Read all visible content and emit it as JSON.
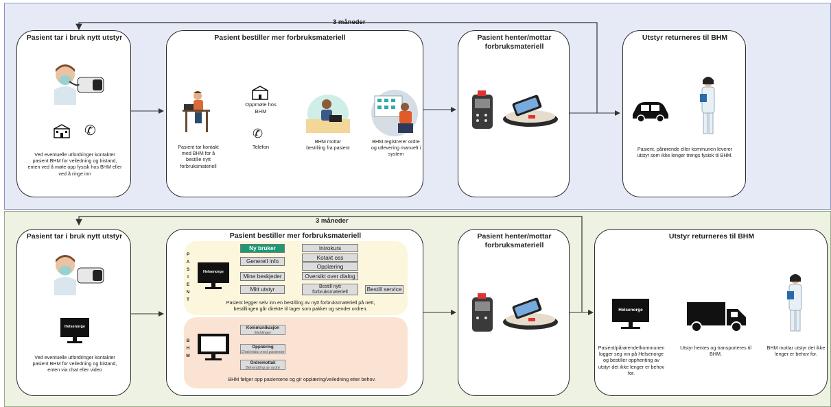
{
  "top": {
    "cycle_label": "3 måneder",
    "card1": {
      "title": "Pasient tar i bruk nytt utstyr",
      "caption": "Ved eventuelle utfordringer kontakter pasient BHM for veiledning og bistand, enten ved å møte opp fysisk hos BHM eller ved å ringe inn"
    },
    "card2": {
      "title": "Pasient bestiller mer forbruksmateriell",
      "caption_order": "Pasient tar kontakt med BHM for å bestille nytt forbruksmateriell",
      "option_visit": "Oppmøte hos BHM",
      "option_phone": "Telefon",
      "caption_receive": "BHM mottar bestilling fra pasient",
      "caption_register": "BHM registrerer ordre og utlevering manuelt i system"
    },
    "card3": {
      "title": "Pasient henter/mottar forbruksmateriell"
    },
    "card4": {
      "title": "Utstyr returneres til BHM",
      "caption": "Pasient, pårørende eller kommunen leverer utstyr som ikke lenger trengs fysisk til BHM."
    }
  },
  "bottom": {
    "cycle_label": "3 måneder",
    "card1": {
      "title": "Pasient tar i bruk nytt utstyr",
      "monitor_label": "Helsenorge",
      "caption": "Ved eventuelle utfordringer kontakter pasient BHM for veiledning og bistand, enten via chat eller video"
    },
    "card2": {
      "title": "Pasient bestiller mer forbruksmateriell",
      "patient_vertical": [
        "P",
        "A",
        "S",
        "I",
        "E",
        "N",
        "T"
      ],
      "bhm_vertical": [
        "B",
        "H",
        "M"
      ],
      "monitor_label": "Helsenorge",
      "items": {
        "new_user": "Ny bruker",
        "general_info": "Generell info",
        "messages": "Mine beskjeder",
        "my_equipment": "Mitt utstyr",
        "intro_course": "Introkurs",
        "contact_us": "Kotakt oss",
        "training": "Opplæring",
        "dialog_overview": "Oversikt over dialog",
        "order_new": "Bestill nytt forbruksmateriell",
        "order_service": "Bestill service"
      },
      "patient_caption": "Pasient legger selv inn en bestilling av nytt forbruksmateriell på nett, bestillingen går direkte til lager som pakker og sender ordren.",
      "bhm_items": [
        {
          "title": "Kommunikasjon",
          "sub": "Meldinger"
        },
        {
          "title": "Opplæring",
          "sub": "Chat/video med pasienter"
        },
        {
          "title": "Ordremottak",
          "sub": "Behandling av ordre"
        }
      ],
      "bhm_caption": "BHM følger opp pasientene og gir opplæring/veiledning etter behov."
    },
    "card3": {
      "title": "Pasient henter/mottar forbruksmateriell"
    },
    "card4": {
      "title": "Utstyr returneres til BHM",
      "monitor_label": "Helsenorge",
      "caption_left": "Pasient/pårørende/kommunen logger seg inn på Helsenorge og bestiller opphenting av utstyr det ikke lenger er behov for.",
      "caption_mid": "Utstyr hentes og transporteres til BHM.",
      "caption_right": "BHM mottar utstyr det ikke lenger er behov for."
    }
  },
  "colors": {
    "top_band": "#e6eaf7",
    "bottom_band": "#eef2e2",
    "patient_panel": "#fbf6dc",
    "bhm_panel": "#fbe3d3",
    "accent_green": "#1d9a73"
  }
}
